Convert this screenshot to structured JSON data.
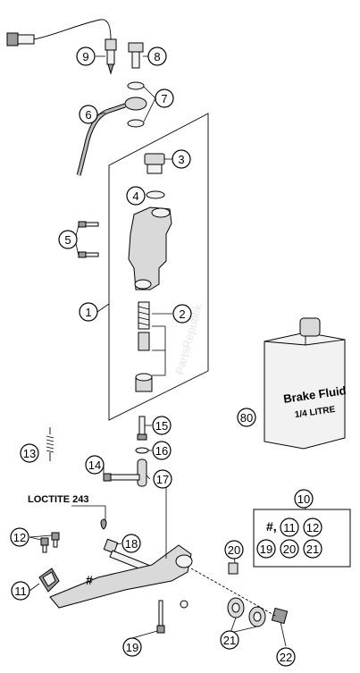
{
  "diagram": {
    "callouts": [
      {
        "id": "c9",
        "text": "9"
      },
      {
        "id": "c8",
        "text": "8"
      },
      {
        "id": "c7",
        "text": "7"
      },
      {
        "id": "c6",
        "text": "6"
      },
      {
        "id": "c3",
        "text": "3"
      },
      {
        "id": "c4",
        "text": "4"
      },
      {
        "id": "c5",
        "text": "5"
      },
      {
        "id": "c1",
        "text": "1"
      },
      {
        "id": "c2",
        "text": "2"
      },
      {
        "id": "c80",
        "text": "80"
      },
      {
        "id": "c15",
        "text": "15"
      },
      {
        "id": "c16",
        "text": "16"
      },
      {
        "id": "c13",
        "text": "13"
      },
      {
        "id": "c14",
        "text": "14"
      },
      {
        "id": "c17",
        "text": "17"
      },
      {
        "id": "c10",
        "text": "10"
      },
      {
        "id": "c18",
        "text": "18"
      },
      {
        "id": "c12",
        "text": "12"
      },
      {
        "id": "c20",
        "text": "20"
      },
      {
        "id": "c11",
        "text": "11"
      },
      {
        "id": "c21",
        "text": "21"
      },
      {
        "id": "c19",
        "text": "19"
      },
      {
        "id": "c22",
        "text": "22"
      }
    ],
    "kit_box": {
      "hash": "#,",
      "items": [
        "11",
        "12",
        "19",
        "20",
        "21"
      ]
    },
    "loctite_label": "LOCTITE 243",
    "hash_label": "#",
    "fluid_can": {
      "line1": "Brake Fluid",
      "line2": "1/4 LITRE"
    },
    "watermark": "PartsRepublik"
  }
}
